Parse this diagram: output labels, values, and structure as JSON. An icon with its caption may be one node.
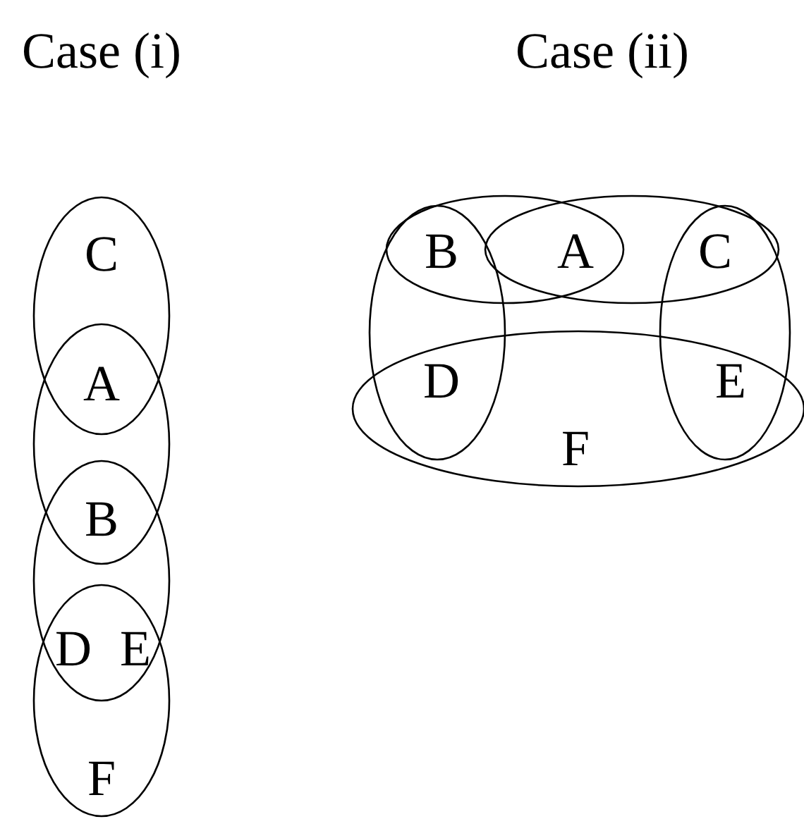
{
  "diagram": {
    "labels": [
      "Case (i)",
      "C",
      "A",
      "B",
      "D",
      "E",
      "F",
      "Case (ii)",
      "B",
      "A",
      "C",
      "D",
      "E",
      "F"
    ]
  }
}
